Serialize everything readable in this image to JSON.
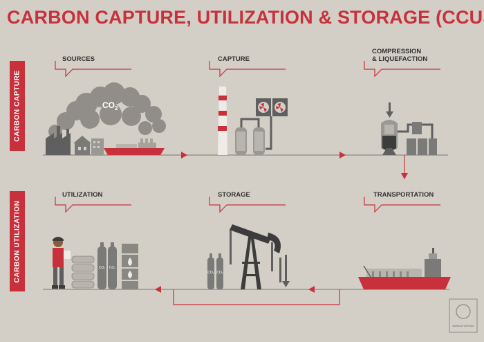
{
  "title": "CARBON CAPTURE, UTILIZATION & STORAGE (CCUS)",
  "sidebar": {
    "capture_label": "CARBON CAPTURE",
    "utilization_label": "CARBON UTILIZATION"
  },
  "stages": {
    "sources": "SOURCES",
    "capture": "CAPTURE",
    "compression_line1": "COMPRESSION",
    "compression_line2": "& LIQUEFACTION",
    "utilization": "UTILIZATION",
    "storage": "STORAGE",
    "transportation": "TRANSPORTATION"
  },
  "co2_text": "CO",
  "co2_sub": "2",
  "cylinder_label": "CO₂",
  "logo_text": "BUREAU VERITAS",
  "colors": {
    "accent": "#c8303c",
    "background": "#d3cfc6",
    "dark_gray": "#5f5f5f",
    "line_gray": "#8a8883"
  }
}
